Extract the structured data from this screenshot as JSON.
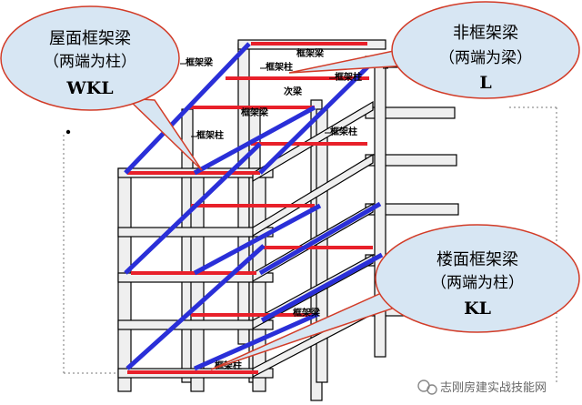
{
  "callouts": {
    "wkl": {
      "line1": "屋面框架梁",
      "line2": "（两端为柱）",
      "line3": "WKL"
    },
    "l": {
      "line1": "非框架梁",
      "line2": "（两端为梁）",
      "line3": "L"
    },
    "kl": {
      "line1": "楼面框架梁",
      "line2": "（两端为柱）",
      "line3": "KL"
    }
  },
  "labels": {
    "frame_beam": "框架梁",
    "frame_column": "框架柱",
    "secondary_beam": "次梁"
  },
  "watermark": {
    "text": "志刚房建实战技能网"
  },
  "colors": {
    "red_beam": "#e8202a",
    "blue_beam": "#2a2fd8",
    "bubble_fill": "#d7e6f3",
    "bubble_stroke": "#d23c28",
    "frame_edge": "#000000",
    "frame_fill": "#efefef"
  }
}
